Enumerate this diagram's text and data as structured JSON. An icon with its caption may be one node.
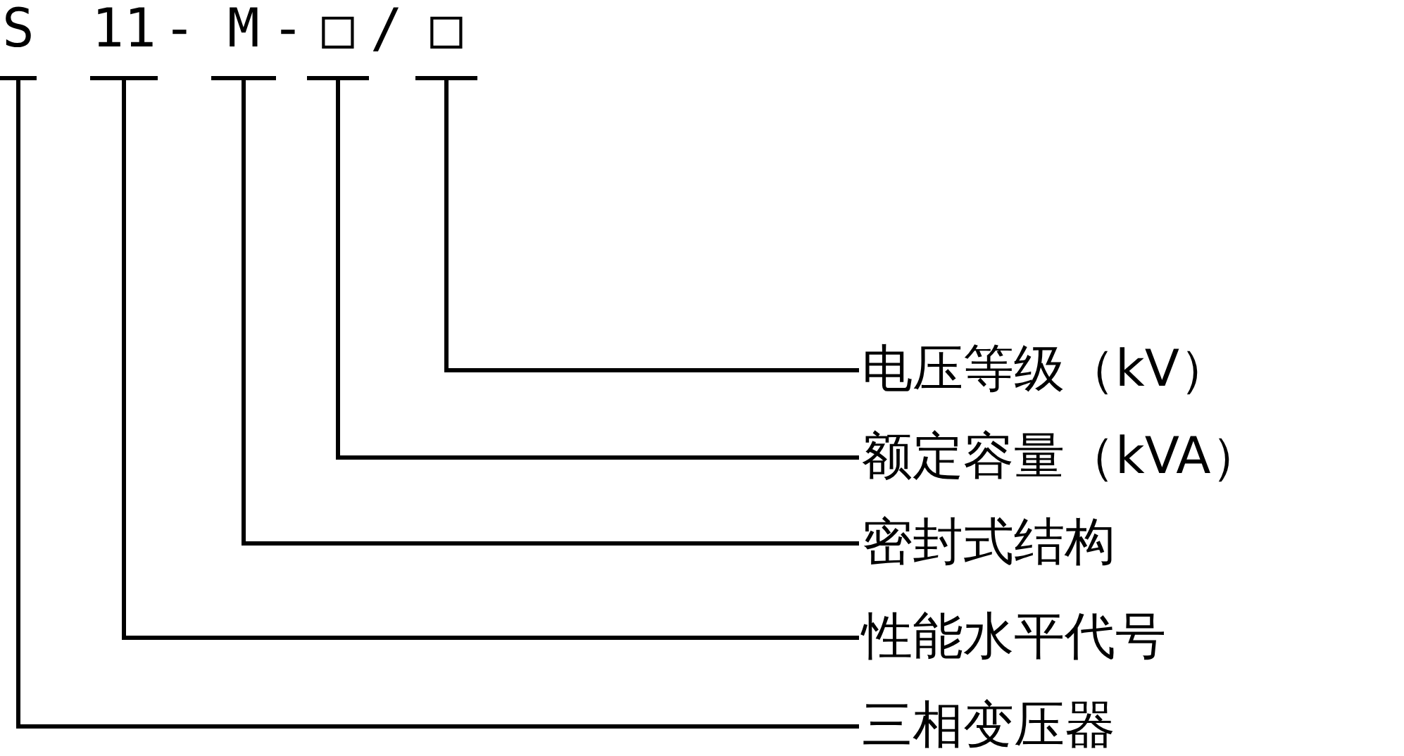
{
  "diagram": {
    "nodes": [
      {
        "text": [
          "S"
        ]
      },
      {
        "text": [
          "11"
        ]
      },
      {
        "text": [
          "M"
        ]
      },
      {
        "text": [
          "□"
        ]
      },
      {
        "text": [
          "□"
        ]
      },
      {
        "text": [
          "电压等级（kV）"
        ]
      },
      {
        "text": [
          "额定容量（kVA）"
        ]
      },
      {
        "text": [
          "密封式结构"
        ]
      },
      {
        "text": [
          "性能水平代号"
        ]
      },
      {
        "text": [
          "三相变压器"
        ]
      }
    ],
    "edges": [
      {
        "from": 5,
        "to": 4,
        "arrow": "none"
      },
      {
        "from": 6,
        "to": 3,
        "arrow": "none"
      },
      {
        "from": 7,
        "to": 2,
        "arrow": "none"
      },
      {
        "from": 8,
        "to": 1,
        "arrow": "none"
      },
      {
        "from": 9,
        "to": 0,
        "arrow": "none"
      }
    ],
    "labels": [
      "-",
      "-",
      "/"
    ]
  }
}
